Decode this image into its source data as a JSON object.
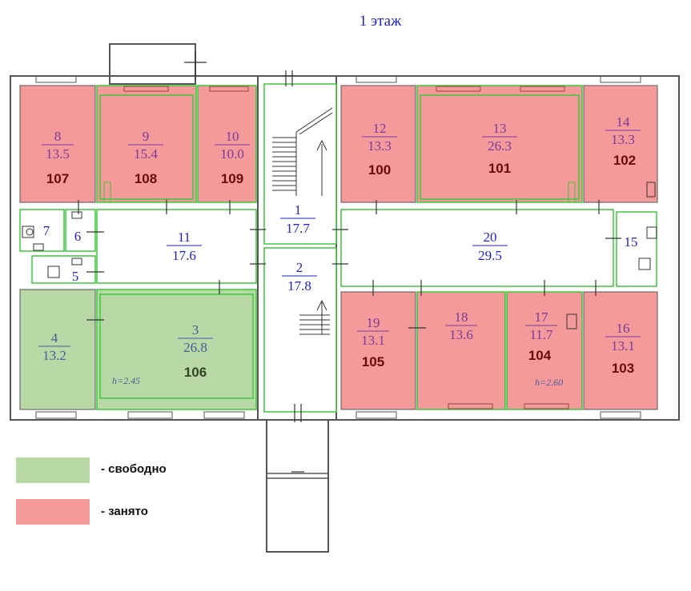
{
  "title": "1 этаж",
  "colors": {
    "free": "#b8d8a6",
    "occupied": "#f59a9a",
    "wall": "#555555",
    "partition": "#3cc83c",
    "label_blue": "#1f1fcf",
    "label_purple": "#7a3a9a",
    "label_dark": "#6a0a0a"
  },
  "rooms": [
    {
      "num": "8",
      "area": "13.5",
      "office": "107",
      "status": "occupied"
    },
    {
      "num": "9",
      "area": "15.4",
      "office": "108",
      "status": "occupied"
    },
    {
      "num": "10",
      "area": "10.0",
      "office": "109",
      "status": "occupied"
    },
    {
      "num": "12",
      "area": "13.3",
      "office": "100",
      "status": "occupied"
    },
    {
      "num": "13",
      "area": "26.3",
      "office": "101",
      "status": "occupied"
    },
    {
      "num": "14",
      "area": "13.3",
      "office": "102",
      "status": "occupied"
    },
    {
      "num": "19",
      "area": "13.1",
      "office": "105",
      "status": "occupied"
    },
    {
      "num": "18",
      "area": "13.6",
      "office": "",
      "status": "occupied"
    },
    {
      "num": "17",
      "area": "11.7",
      "office": "104",
      "status": "occupied"
    },
    {
      "num": "16",
      "area": "13.1",
      "office": "103",
      "status": "occupied"
    },
    {
      "num": "4",
      "area": "13.2",
      "office": "",
      "status": "free"
    },
    {
      "num": "3",
      "area": "26.8",
      "office": "106",
      "status": "free"
    },
    {
      "num": "11",
      "area": "17.6",
      "office": "",
      "status": "common"
    },
    {
      "num": "1",
      "area": "17.7",
      "office": "",
      "status": "common"
    },
    {
      "num": "2",
      "area": "17.8",
      "office": "",
      "status": "common"
    },
    {
      "num": "20",
      "area": "29.5",
      "office": "",
      "status": "common"
    }
  ],
  "small_rooms": [
    "7",
    "6",
    "5",
    "15"
  ],
  "heights": [
    "h=2.45",
    "h=2.60"
  ],
  "legend": [
    {
      "label": "- свободно",
      "status": "free"
    },
    {
      "label": "- занято",
      "status": "occupied"
    }
  ]
}
